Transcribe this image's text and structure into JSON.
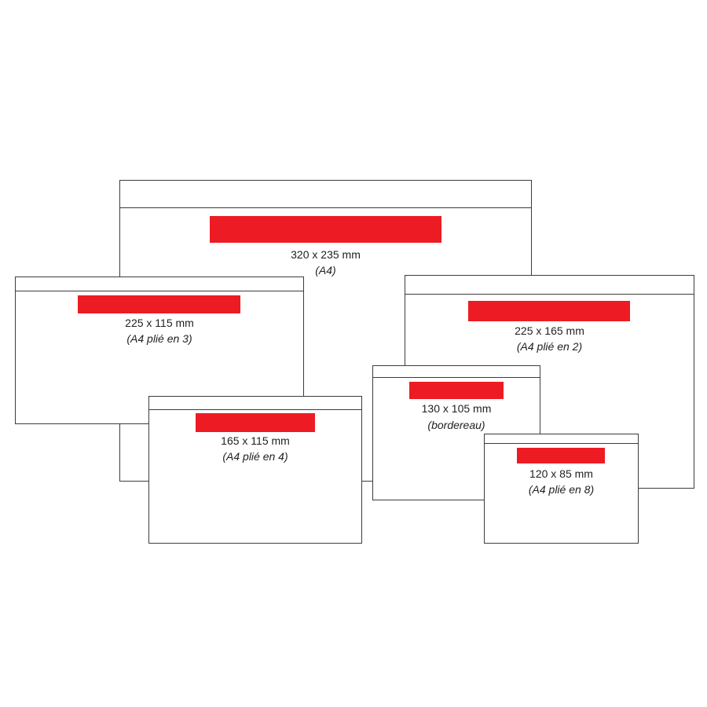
{
  "colors": {
    "label_strip": "#ed1c24",
    "outline": "#3c3c3c",
    "text": "#1f1f1f",
    "background": "#ffffff"
  },
  "envelopes": [
    {
      "size": "320 x 235 mm",
      "format": "(A4)"
    },
    {
      "size": "225 x 115 mm",
      "format": "(A4 plié en 3)"
    },
    {
      "size": "225 x 165 mm",
      "format": "(A4 plié en 2)"
    },
    {
      "size": "165 x 115 mm",
      "format": "(A4 plié en 4)"
    },
    {
      "size": "130 x 105 mm",
      "format": "(bordereau)"
    },
    {
      "size": "120 x 85 mm",
      "format": "(A4 plié en 8)"
    }
  ]
}
